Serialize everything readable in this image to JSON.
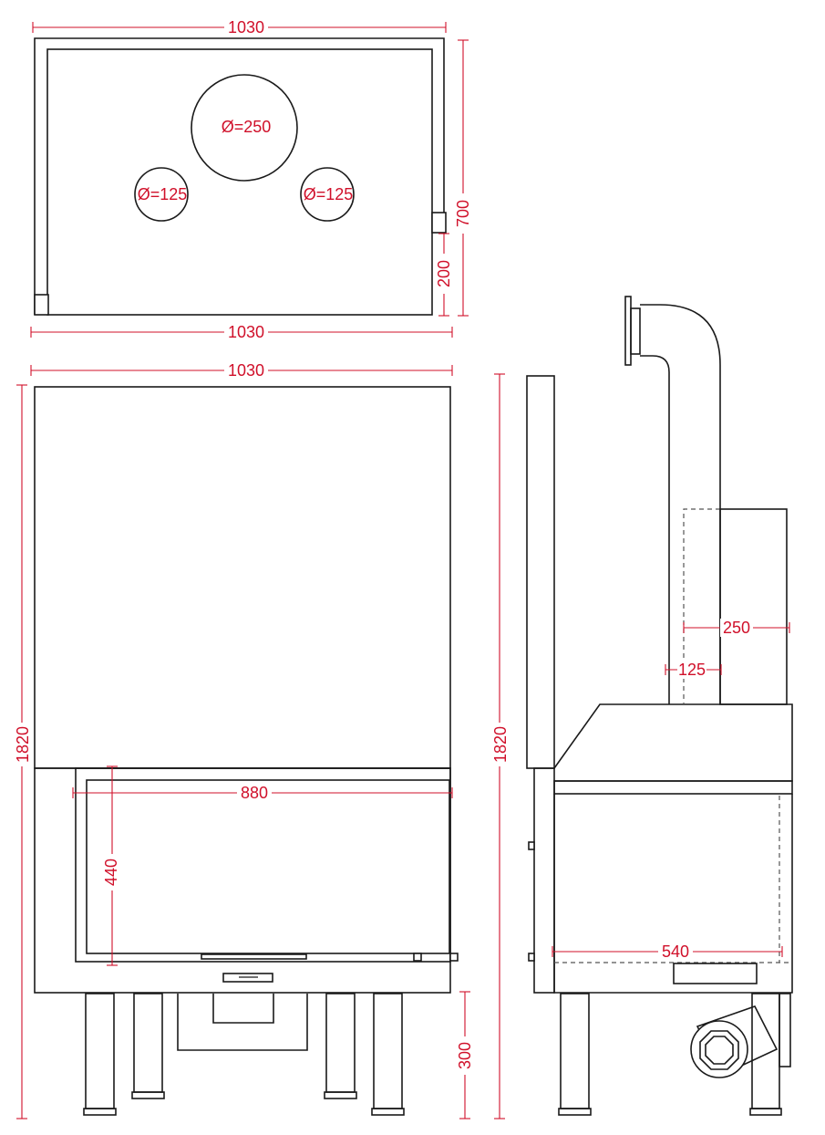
{
  "accent_color": "#d0102a",
  "line_color": "#1a1a1a",
  "top_view": {
    "width_top": "1030",
    "width_bottom": "1030",
    "depth": "700",
    "offset": "200",
    "holes": [
      {
        "id": "center",
        "label": "Ø=250"
      },
      {
        "id": "left",
        "label": "Ø=125"
      },
      {
        "id": "right",
        "label": "Ø=125"
      }
    ]
  },
  "front_view": {
    "width": "1030",
    "height": "1820",
    "opening_width": "880",
    "opening_height": "440",
    "leg_height": "300"
  },
  "side_view": {
    "height": "1820",
    "depth": "540",
    "outer_duct": "250",
    "inner_duct": "125"
  }
}
